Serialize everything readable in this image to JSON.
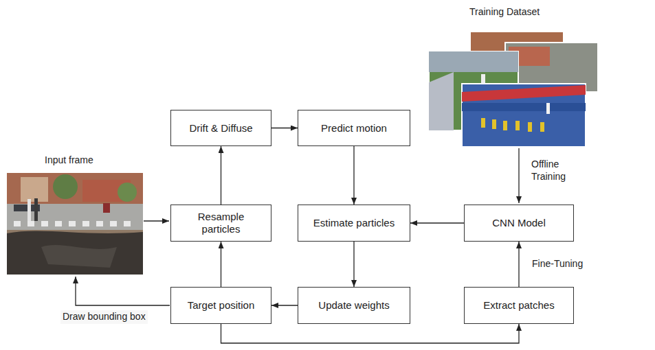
{
  "diagram": {
    "nodes": [
      {
        "text": [
          "Drift & Diffuse"
        ]
      },
      {
        "text": [
          "Predict motion"
        ]
      },
      {
        "text": [
          "Resample particles"
        ]
      },
      {
        "text": [
          "Estimate particles"
        ]
      },
      {
        "text": [
          "CNN Model"
        ]
      },
      {
        "text": [
          "Target position"
        ]
      },
      {
        "text": [
          "Update weights"
        ]
      },
      {
        "text": [
          "Extract patches"
        ]
      }
    ],
    "edges": [
      {
        "from": 0,
        "to": 1,
        "arrow": "to"
      },
      {
        "from": 1,
        "to": 3,
        "arrow": "to"
      },
      {
        "from": 3,
        "to": 6,
        "arrow": "to"
      },
      {
        "from": 6,
        "to": 5,
        "arrow": "to"
      },
      {
        "from": 5,
        "to": 2,
        "arrow": "to"
      },
      {
        "from": 2,
        "to": 0,
        "arrow": "to"
      },
      {
        "from": 4,
        "to": 3,
        "arrow": "to"
      },
      {
        "from": 7,
        "to": 4,
        "label": "Fine-Tuning",
        "arrow": "to"
      },
      {
        "from": 5,
        "to": 7,
        "arrow": "to"
      }
    ],
    "labels": [
      "Training Dataset",
      "Input frame",
      "Offline Training",
      "Draw bounding box"
    ]
  }
}
